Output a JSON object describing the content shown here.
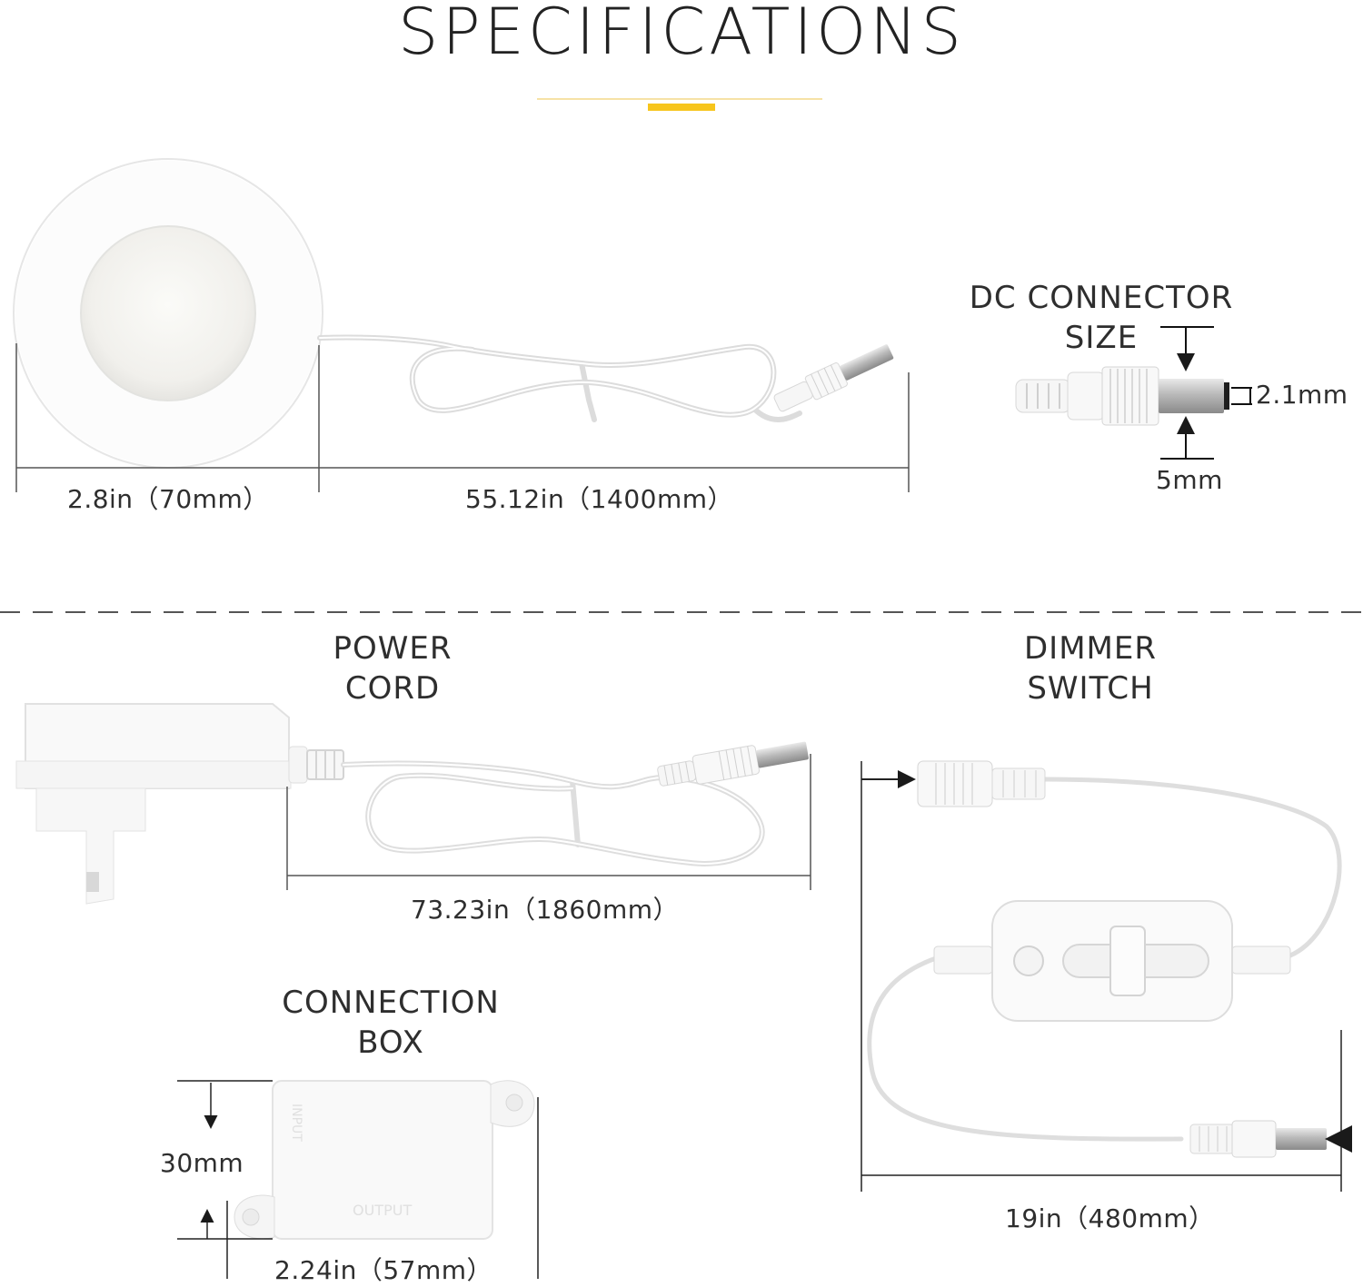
{
  "page": {
    "title": "SPECIFICATIONS",
    "accent_color": "#f7c51c",
    "accent_line_color": "#f6e2a6"
  },
  "puck_light": {
    "diameter_label": "2.8in（70mm）",
    "cable_length_label": "55.12in（1400mm）"
  },
  "dc_connector": {
    "heading_line1": "DC CONNECTOR",
    "heading_line2": "SIZE",
    "inner_label": "2.1mm",
    "outer_label": "5mm"
  },
  "power_cord": {
    "heading_line1": "POWER",
    "heading_line2": "CORD",
    "length_label": "73.23in（1860mm）"
  },
  "dimmer_switch": {
    "heading_line1": "DIMMER",
    "heading_line2": "SWITCH",
    "length_label": "19in（480mm）"
  },
  "connection_box": {
    "heading_line1": "CONNECTION",
    "heading_line2": "BOX",
    "height_label": "30mm",
    "width_label": "2.24in（57mm）",
    "input_text": "INPUT",
    "output_text": "OUTPUT"
  }
}
